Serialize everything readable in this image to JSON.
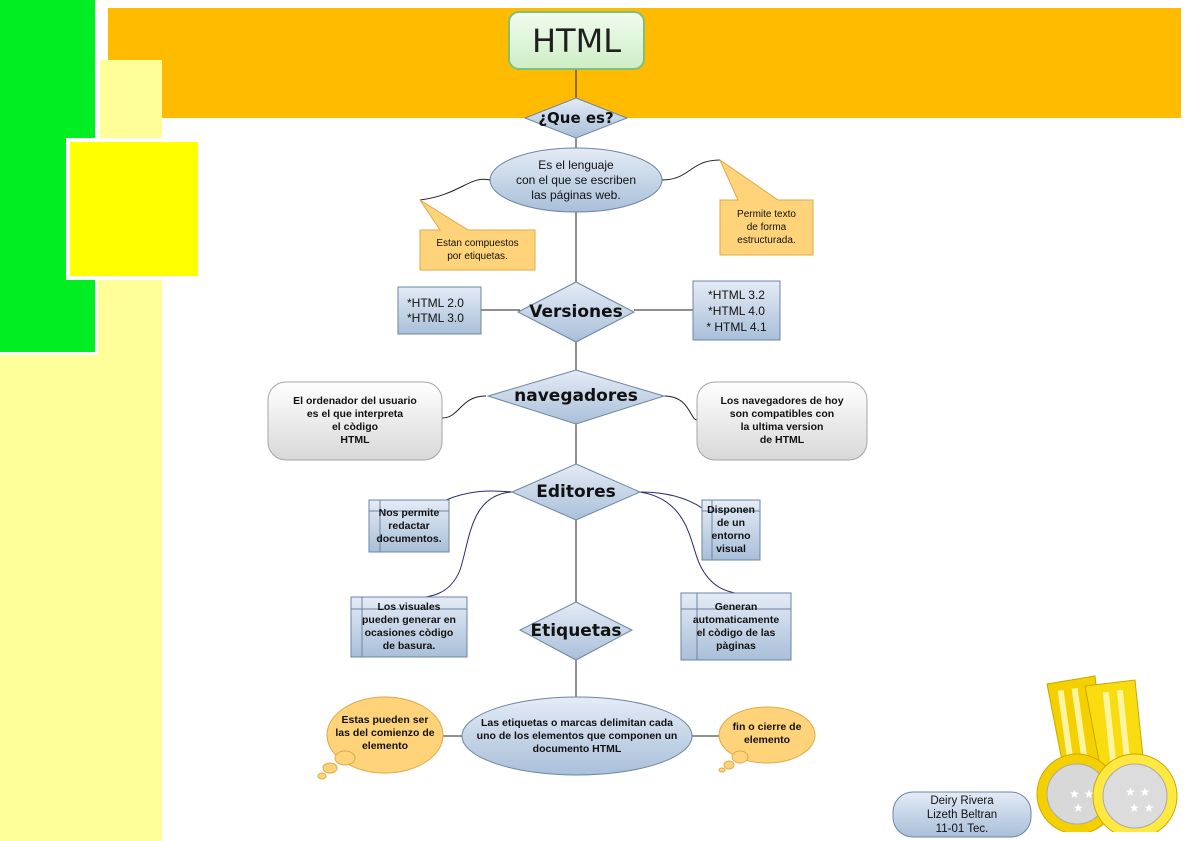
{
  "title": "HTML",
  "nodes": {
    "que_es": "¿Que es?",
    "definition": "Es el lenguaje\ncon el que se escriben\nlas páginas web.",
    "note_left": "Estan compuestos\npor etiquetas.",
    "note_right": "Permite texto\nde forma\nestructurada.",
    "versiones": "Versiones",
    "versions_left": "*HTML 2.0\n*HTML 3.0",
    "versions_right": "*HTML 3.2\n*HTML 4.0\n* HTML 4.1",
    "navegadores": "navegadores",
    "nav_left": "El ordenador del usuario\nes el que interpreta\nel còdigo\nHTML",
    "nav_right": "Los navegadores de hoy\nson compatibles con\nla ultima version\nde HTML",
    "editores": "Editores",
    "ed_left_top": "Nos permite\nredactar\ndocumentos.",
    "ed_right_top": "Disponen\nde un\nentorno\nvisual",
    "ed_left_bottom": "Los visuales\npueden generar en\nocasiones còdigo\nde basura.",
    "ed_right_bottom": "Generan\nautomaticamente\nel còdigo de las\npàginas",
    "etiquetas": "Etiquetas",
    "etiquetas_desc": "Las etiquetas o marcas delimitan cada\nuno de los elementos que componen un\ndocumento HTML",
    "cloud_left": "Estas pueden ser\nlas del comienzo de\nelemento",
    "cloud_right": "fin o cierre de\nelemento"
  },
  "credits": "Deiry Rivera\nLizeth Beltran\n11-01 Tec.",
  "colors": {
    "green": "#00ee22",
    "pale_yellow": "#ffff99",
    "yellow": "#ffff00",
    "orange": "#ffbb00",
    "node_blue": "#c5d5e8",
    "title_green": "#ddf5d8",
    "note_orange": "#ffd37a",
    "cloud": "#ffd37a",
    "medal_gold": "#f5d000"
  }
}
